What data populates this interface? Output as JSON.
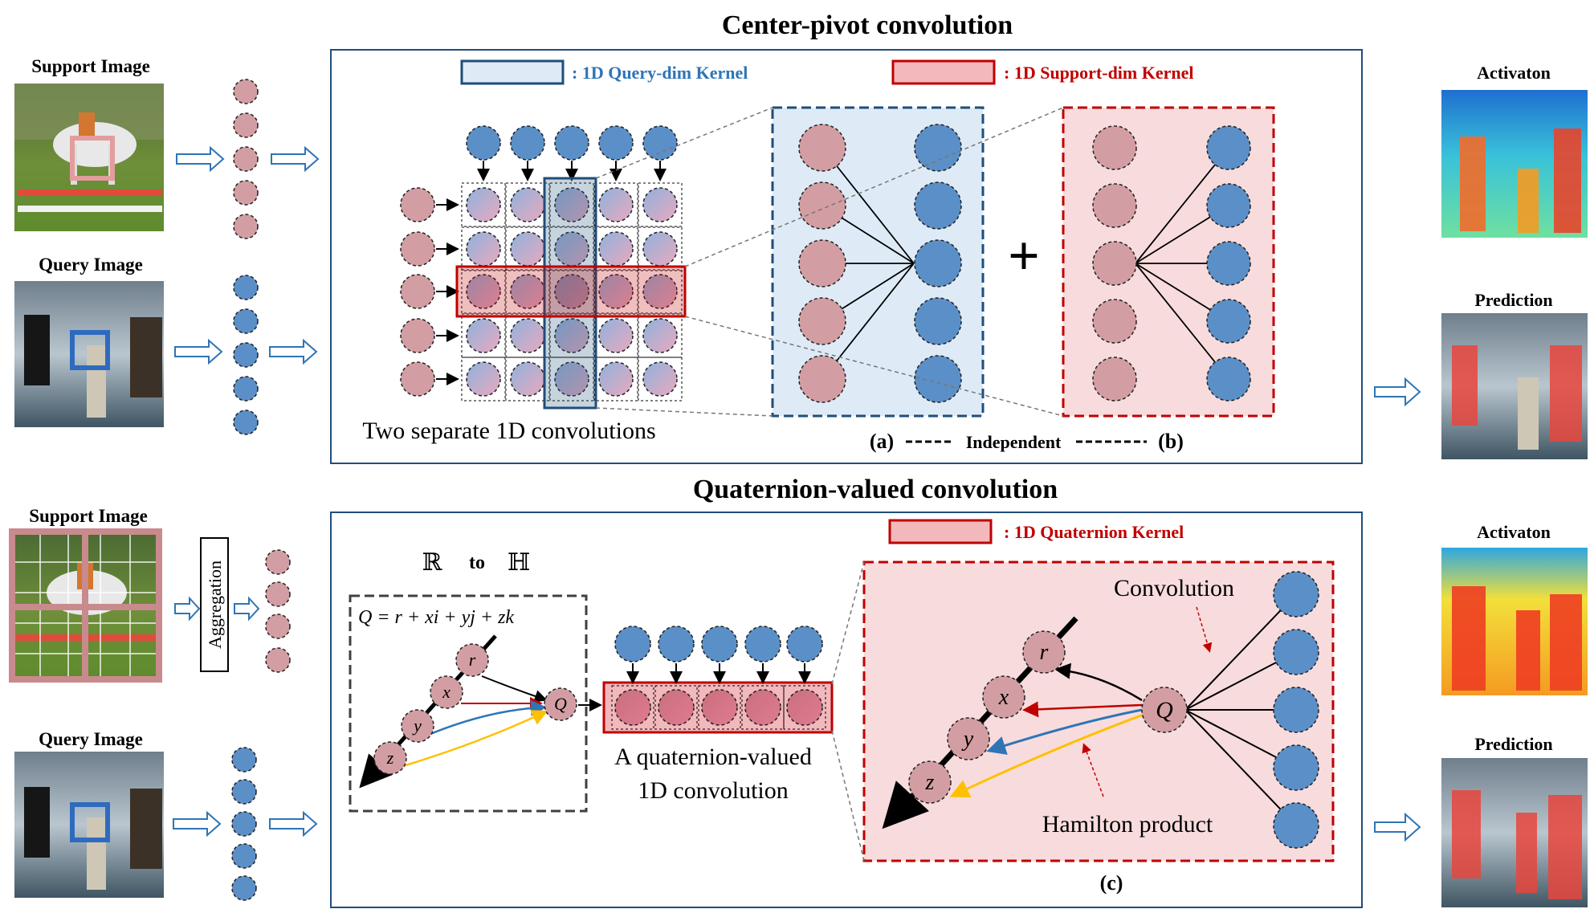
{
  "colors": {
    "blue_node": "#5b8fc7",
    "pink_node": "#d39ea3",
    "blue_dark": "#1f4e79",
    "red_dark": "#c00000",
    "panel_blue": "#deebf7",
    "panel_pink": "#f8dcdd",
    "arrow_outline": "#2e75b6"
  },
  "top": {
    "title": "Center-pivot convolution",
    "support_label": "Support Image",
    "query_label": "Query Image",
    "legend_query": ": 1D Query-dim Kernel",
    "legend_support": ": 1D Support-dim Kernel",
    "caption_left": "Two separate 1D convolutions",
    "caption_a": "(a)",
    "caption_independent": "Independent",
    "caption_b": "(b)",
    "plus": "+",
    "activation_label": "Activaton",
    "prediction_label": "Prediction"
  },
  "bottom": {
    "title": "Quaternion-valued convolution",
    "support_label": "Support Image",
    "query_label": "Query Image",
    "aggregation_label": "Aggregation",
    "r_to_h": [
      "ℝ",
      "to",
      "ℍ"
    ],
    "equation": "Q = r + xi + yj + zk",
    "node_labels": [
      "r",
      "x",
      "y",
      "z",
      "Q"
    ],
    "legend_quaternion": ": 1D Quaternion Kernel",
    "caption_left_1": "A quaternion-valued",
    "caption_left_2": "1D convolution",
    "convolution_label": "Convolution",
    "hamilton_label": "Hamilton product",
    "caption_c": "(c)",
    "activation_label": "Activaton",
    "prediction_label": "Prediction"
  }
}
